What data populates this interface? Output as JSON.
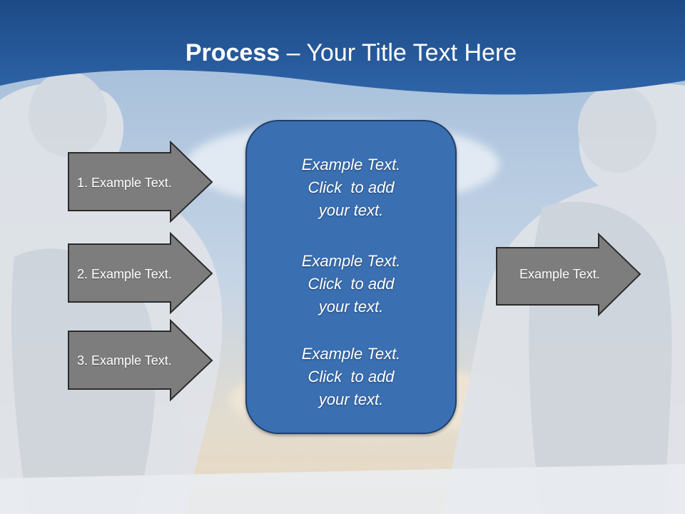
{
  "title": {
    "bold": "Process",
    "rest": " – Your Title Text Here"
  },
  "colors": {
    "banner": "#23589a",
    "sky_top": "#9fbad8",
    "sky_bottom": "#ead8c0",
    "arrow_fill": "#7d7d7d",
    "arrow_stroke": "#2b2b2b",
    "center_box": "#3a6fb2",
    "text": "#ffffff"
  },
  "left_arrows": [
    {
      "label": "1. Example Text."
    },
    {
      "label": "2. Example Text."
    },
    {
      "label": "3. Example Text."
    }
  ],
  "center_blocks": [
    {
      "lines": [
        "Example Text.",
        "Click  to add",
        "your text."
      ]
    },
    {
      "lines": [
        "Example Text.",
        "Click  to add",
        "your text."
      ]
    },
    {
      "lines": [
        "Example Text.",
        "Click  to add",
        "your text."
      ]
    }
  ],
  "right_arrow": {
    "label": "Example Text."
  }
}
